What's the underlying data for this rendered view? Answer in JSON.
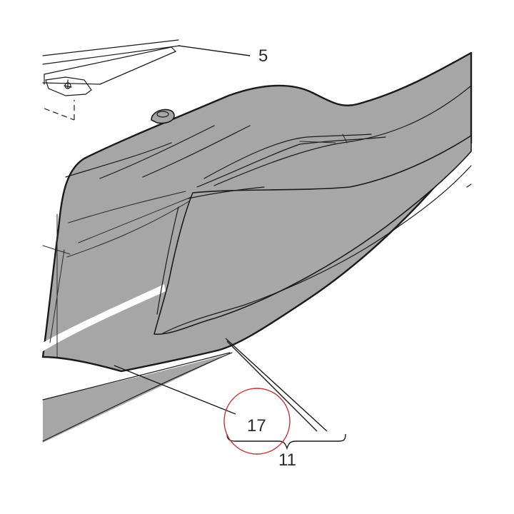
{
  "callouts": {
    "part_5": "5",
    "part_17": "17",
    "part_11": "11"
  },
  "colors": {
    "panel_fill": "#a6a6a6",
    "panel_stroke": "#1a1a1a",
    "highlight_circle": "#c0393b",
    "background": "#ffffff"
  }
}
